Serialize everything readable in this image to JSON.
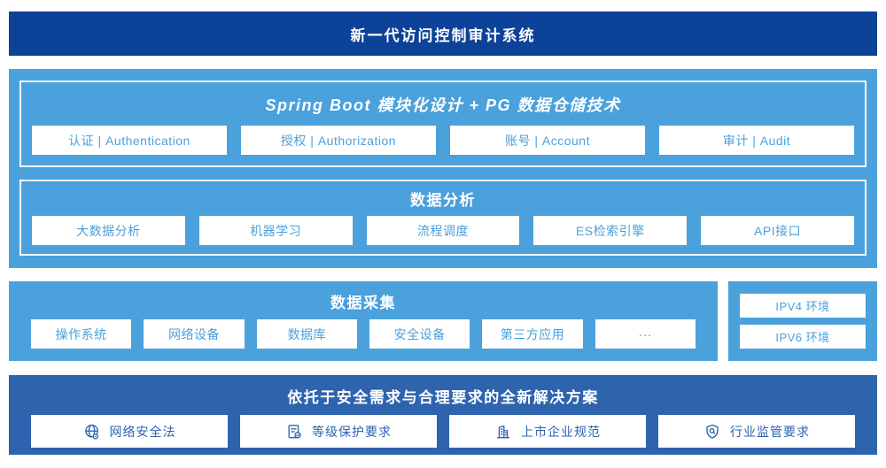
{
  "header": {
    "title": "新一代访问控制审计系统"
  },
  "platform": {
    "modules": {
      "title": "Spring Boot 模块化设计 + PG 数据仓储技术",
      "items": [
        "认证 | Authentication",
        "授权 | Authorization",
        "账号 | Account",
        "审计 | Audit"
      ]
    },
    "analysis": {
      "title": "数据分析",
      "items": [
        "大数据分析",
        "机器学习",
        "流程调度",
        "ES检索引擎",
        "API接口"
      ]
    }
  },
  "collection": {
    "title": "数据采集",
    "items": [
      "操作系统",
      "网络设备",
      "数据库",
      "安全设备",
      "第三方应用",
      "···"
    ],
    "environments": [
      "IPV4 环境",
      "IPV6 环境"
    ]
  },
  "solution": {
    "title": "依托于安全需求与合理要求的全新解决方案",
    "items": [
      {
        "icon": "globe-location-icon",
        "label": "网络安全法"
      },
      {
        "icon": "document-check-icon",
        "label": "等级保护要求"
      },
      {
        "icon": "buildings-icon",
        "label": "上市企业规范"
      },
      {
        "icon": "shield-search-icon",
        "label": "行业监管要求"
      }
    ]
  },
  "colors": {
    "header_bg": "#0d4299",
    "light_blue": "#4aa1dc",
    "solution_bg": "#2e63ae",
    "chip_text_light": "#4aa1dc",
    "chip_text_dark": "#2e63ae"
  }
}
